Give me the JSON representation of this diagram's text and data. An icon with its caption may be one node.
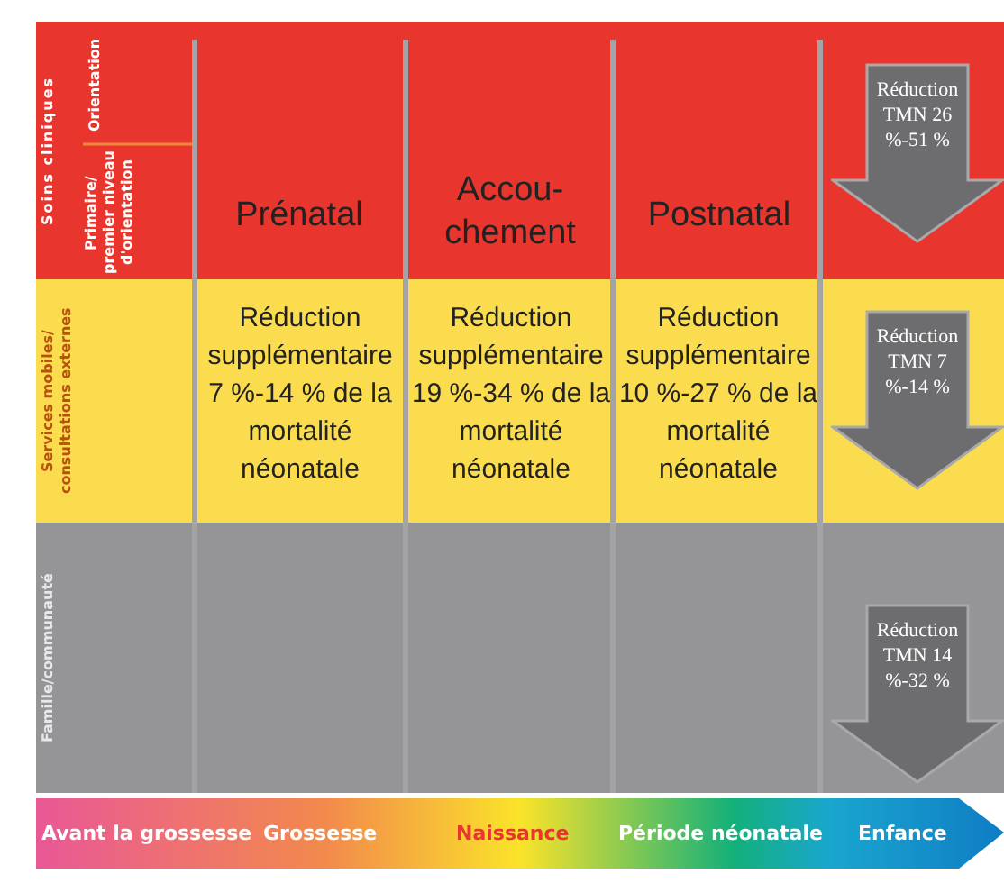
{
  "diagram": {
    "nodes": [
      {
        "text": [
          "Réduction TMN 26 %-51 %"
        ]
      },
      {
        "text": [
          "Réduction TMN 7 %-14 %"
        ]
      },
      {
        "text": [
          "Réduction TMN 14 %-32 %"
        ]
      }
    ],
    "labels": [
      "Soins cliniques",
      "Orientation",
      "Primaire/ premier niveau d'orientation",
      "Prénatal",
      "Accou- chement",
      "Postnatal",
      "Services mobiles/ consultations externes",
      "Réduction supplémentaire 7 %-14 % de la mortalité néonatale",
      "Réduction supplémentaire 19 %-34 % de la mortalité néonatale",
      "Réduction supplémentaire 10 %-27 % de la mortalité néonatale",
      "Famille/communauté",
      "Avant la grossesse",
      "Grossesse",
      "Naissance",
      "Période néonatale",
      "Enfance"
    ]
  }
}
